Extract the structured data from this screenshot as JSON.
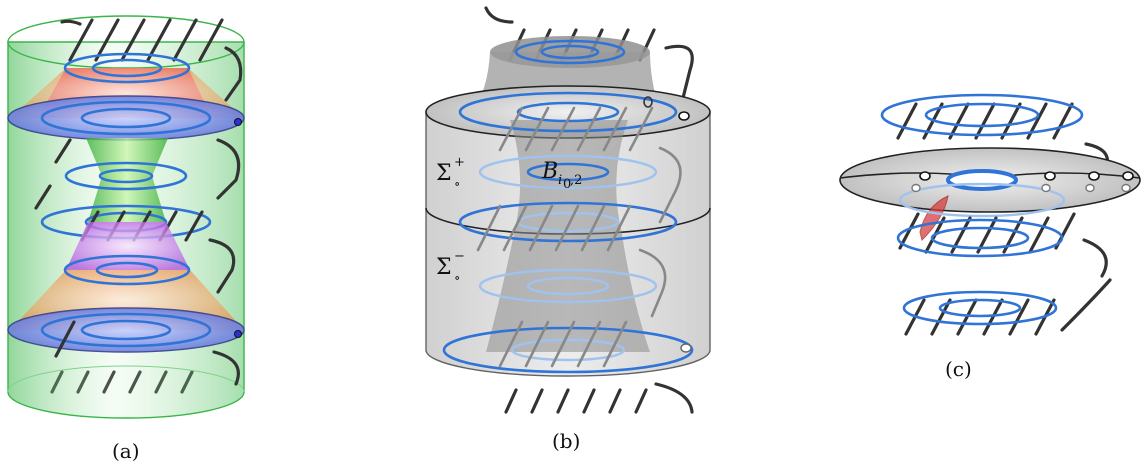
{
  "panels": [
    {
      "id": "a",
      "caption": "(a)"
    },
    {
      "id": "b",
      "caption": "(b)",
      "labels": {
        "sigma_plus": "Σ",
        "sigma_plus_sup": "+",
        "sigma_plus_sub": "∘",
        "sigma_minus": "Σ",
        "sigma_minus_sup": "−",
        "sigma_minus_sub": "∘",
        "B": "B",
        "B_sub": "i",
        "B_subsub": "0",
        "B_sub2": ",2"
      }
    },
    {
      "id": "c",
      "caption": "(c)"
    }
  ],
  "colors": {
    "strand": "#333333",
    "ring": "#2f74d6",
    "cylinder_green": "#39b54a",
    "cone_orange": "#f07a2a",
    "cone_pink": "#e0508a",
    "cone_green": "#3cc23c",
    "cone_purple": "#b25adf",
    "disk_blue": "#5a6fd8",
    "gray_surface": "#9a9a9a",
    "disk_red": "#d84040"
  }
}
